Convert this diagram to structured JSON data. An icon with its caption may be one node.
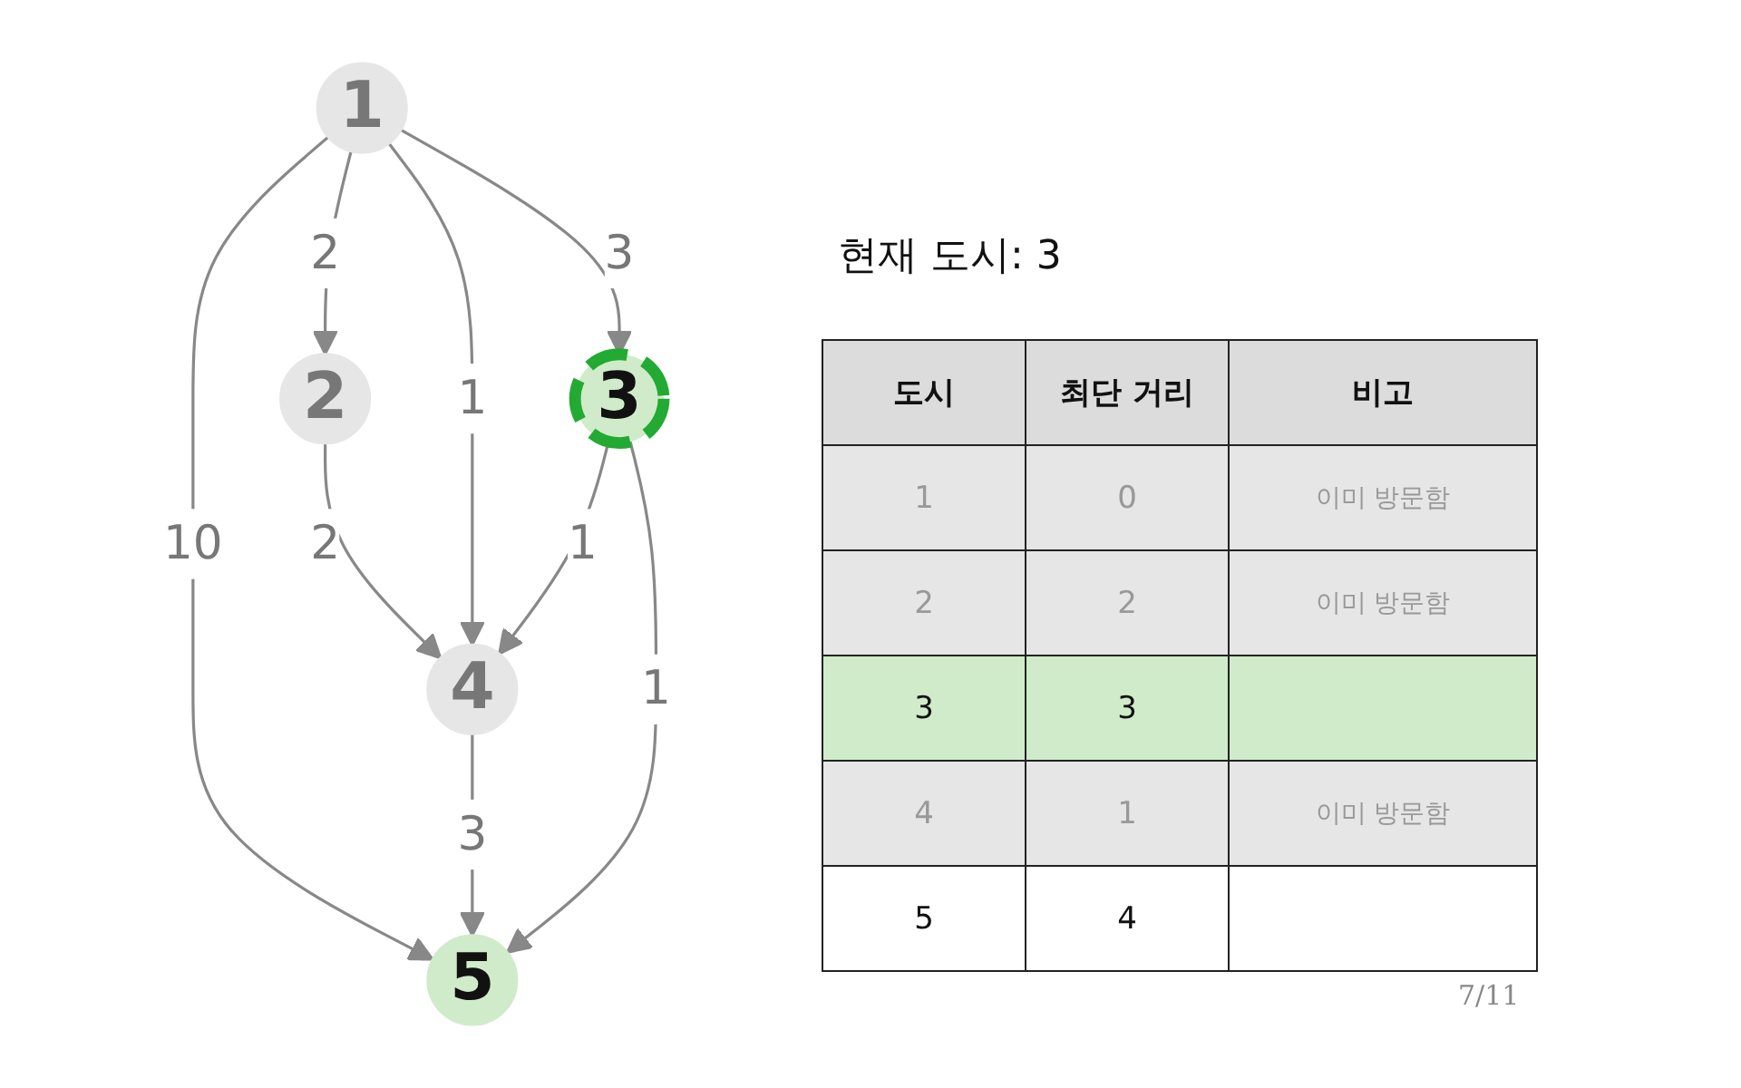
{
  "diagram": {
    "title": "현재 도시: 3",
    "nodes": [
      {
        "text": [
          "1"
        ]
      },
      {
        "text": [
          "2"
        ]
      },
      {
        "text": [
          "3"
        ]
      },
      {
        "text": [
          "4"
        ]
      },
      {
        "text": [
          "5"
        ]
      }
    ],
    "edges": [
      {
        "from": 0,
        "to": 1,
        "arrow": "to",
        "label": "2"
      },
      {
        "from": 1,
        "to": 3,
        "arrow": "to",
        "label": "2"
      },
      {
        "from": 0,
        "to": 3,
        "arrow": "to",
        "label": "1"
      },
      {
        "from": 0,
        "to": 2,
        "arrow": "to",
        "label": "3"
      },
      {
        "from": 0,
        "to": 4,
        "arrow": "to",
        "label": "10"
      },
      {
        "from": 2,
        "to": 3,
        "arrow": "to",
        "label": "1"
      },
      {
        "from": 3,
        "to": 4,
        "arrow": "to",
        "label": "3"
      },
      {
        "from": 2,
        "to": 4,
        "arrow": "to",
        "label": "1"
      }
    ],
    "labels": [
      "도시",
      "최단 거리",
      "비고",
      "1",
      "0",
      "이미 방문함",
      "2",
      "2",
      "이미 방문함",
      "3",
      "3",
      "4",
      "1",
      "이미 방문함",
      "5",
      "4",
      "7/11"
    ]
  }
}
